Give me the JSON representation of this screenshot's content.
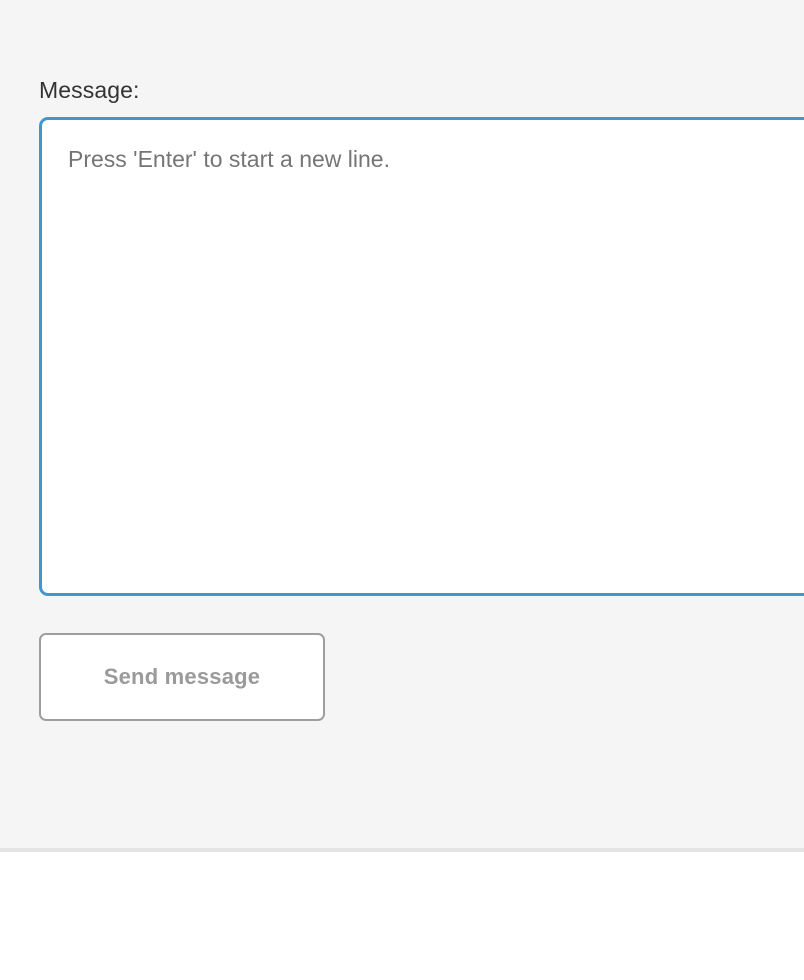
{
  "panel": {
    "background_color": "#f5f5f5",
    "divider_color": "#e4e4e4"
  },
  "compose": {
    "label": "Message:",
    "message_field": {
      "value": "",
      "placeholder": "Press 'Enter' to start a new line.",
      "focused": true,
      "focus_border_color": "#3f97cf",
      "placeholder_color": "#757575"
    },
    "send_button": {
      "label": "Send message",
      "border_color": "#9e9e9e",
      "text_color": "#9a9a9a"
    }
  }
}
